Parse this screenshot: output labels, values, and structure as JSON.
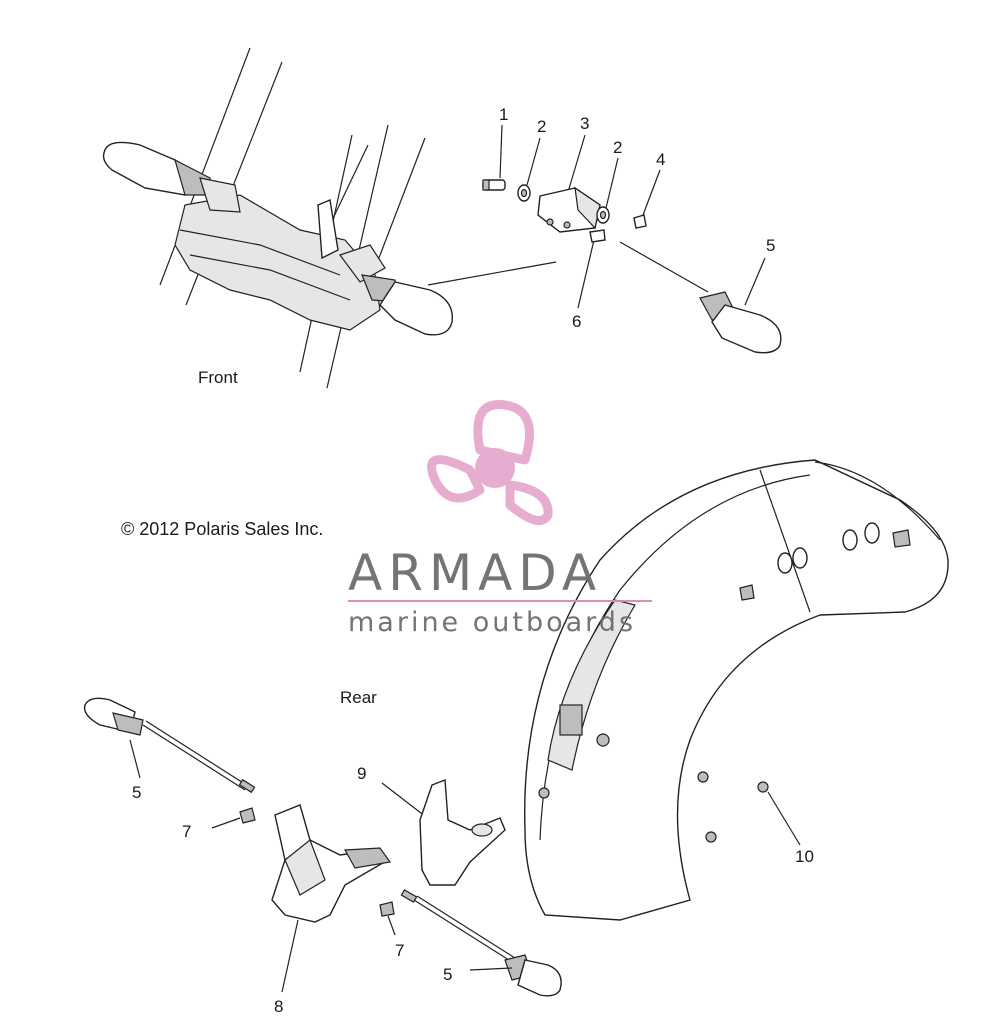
{
  "sections": {
    "front": "Front",
    "rear": "Rear"
  },
  "copyright": "© 2012 Polaris Sales Inc.",
  "watermark": {
    "brand": "ARMADA",
    "tagline": "marine outboards",
    "color": "#e6a9cf",
    "text_color": "#6d6d6d",
    "accent_line_color": "#d98ab7"
  },
  "callouts": {
    "c1": "1",
    "c2a": "2",
    "c3": "3",
    "c2b": "2",
    "c4": "4",
    "c5a": "5",
    "c6": "6",
    "c5b": "5",
    "c7a": "7",
    "c9": "9",
    "c10": "10",
    "c7b": "7",
    "c5c": "5",
    "c8": "8"
  }
}
